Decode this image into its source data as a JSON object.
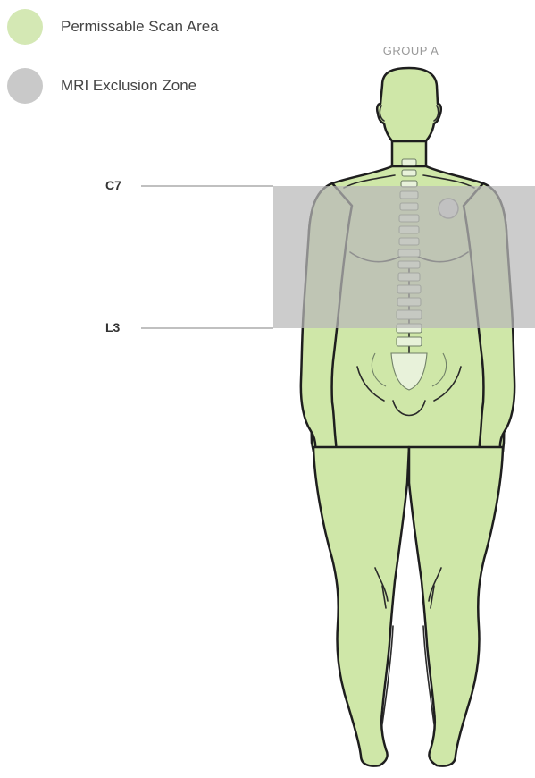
{
  "legend": {
    "scan_area": {
      "label": "Permissable Scan Area",
      "color": "#d4e8b4"
    },
    "exclusion": {
      "label": "MRI Exclusion Zone",
      "color": "#c9c9c9"
    }
  },
  "group_label": "GROUP A",
  "levels": {
    "upper": "C7",
    "lower": "L3"
  },
  "colors": {
    "body_fill": "#cfe7a8",
    "body_outline": "#1e1e1e",
    "zone_fill": "#b9b9b9",
    "leader_line": "#9a9a9a"
  }
}
